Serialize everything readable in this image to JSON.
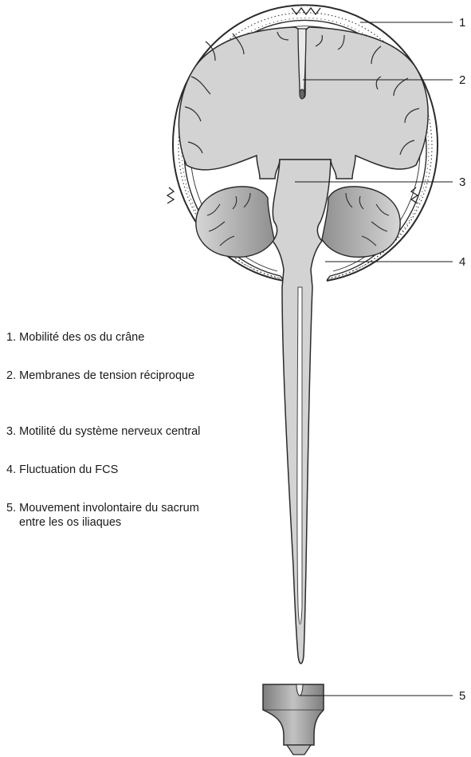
{
  "callouts": [
    "1",
    "2",
    "3",
    "4",
    "5"
  ],
  "legend": [
    {
      "text": "1. Mobilité des os du crâne"
    },
    {
      "text": "2. Membranes de tension réciproque"
    },
    {
      "text": "3. Motilité du système nerveux central"
    },
    {
      "text": "4. Fluctuation du FCS"
    },
    {
      "text": "5. Mouvement involontaire du sacrum",
      "continuation": "entre les os iliaques"
    }
  ],
  "colors": {
    "brain_fill": "#d3d3d3",
    "cerebellum_fill": "#bdbdbd",
    "sacrum_fill": "#a9a9a9",
    "outline": "#2b2b2b",
    "text": "#1a1a1a"
  }
}
